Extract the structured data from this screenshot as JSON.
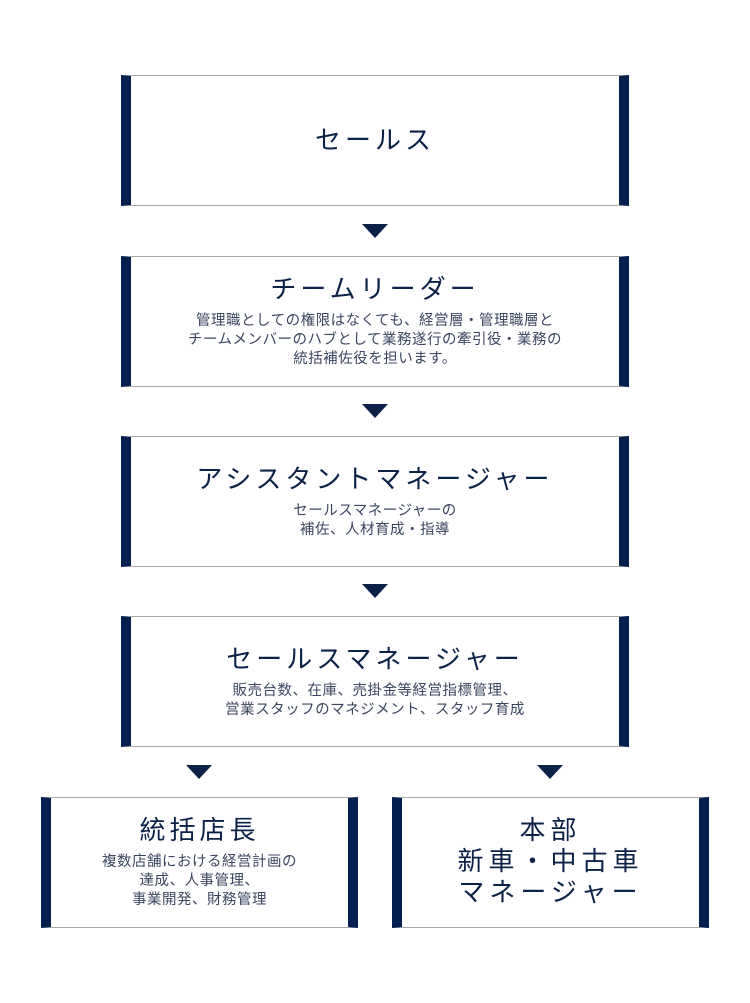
{
  "colors": {
    "accent": "#03204f",
    "border": "#a9a9a9",
    "text_title": "#0c2148",
    "text_desc": "#3c4660"
  },
  "nodes": [
    {
      "title": "セールス",
      "desc": ""
    },
    {
      "title": "チームリーダー",
      "desc": "管理職としての権限はなくても、経営層・管理職層と\nチームメンバーのハブとして業務遂行の牽引役・業務の\n統括補佐役を担います。"
    },
    {
      "title": "アシスタントマネージャー",
      "desc": "セールスマネージャーの\n補佐、人材育成・指導"
    },
    {
      "title": "セールスマネージャー",
      "desc": "販売台数、在庫、売掛金等経営指標管理、\n営業スタッフのマネジメント、スタッフ育成"
    },
    {
      "title": "統括店長",
      "desc": "複数店舗における経営計画の\n達成、人事管理、\n事業開発、財務管理"
    },
    {
      "title": "本部\n新車・中古車\nマネージャー",
      "desc": ""
    }
  ],
  "arrows": [
    {
      "from": "セールス",
      "to": "チームリーダー"
    },
    {
      "from": "チームリーダー",
      "to": "アシスタントマネージャー"
    },
    {
      "from": "アシスタントマネージャー",
      "to": "セールスマネージャー"
    },
    {
      "from": "セールスマネージャー",
      "to": "統括店長"
    },
    {
      "from": "セールスマネージャー",
      "to": "本部 新車・中古車マネージャー"
    }
  ]
}
